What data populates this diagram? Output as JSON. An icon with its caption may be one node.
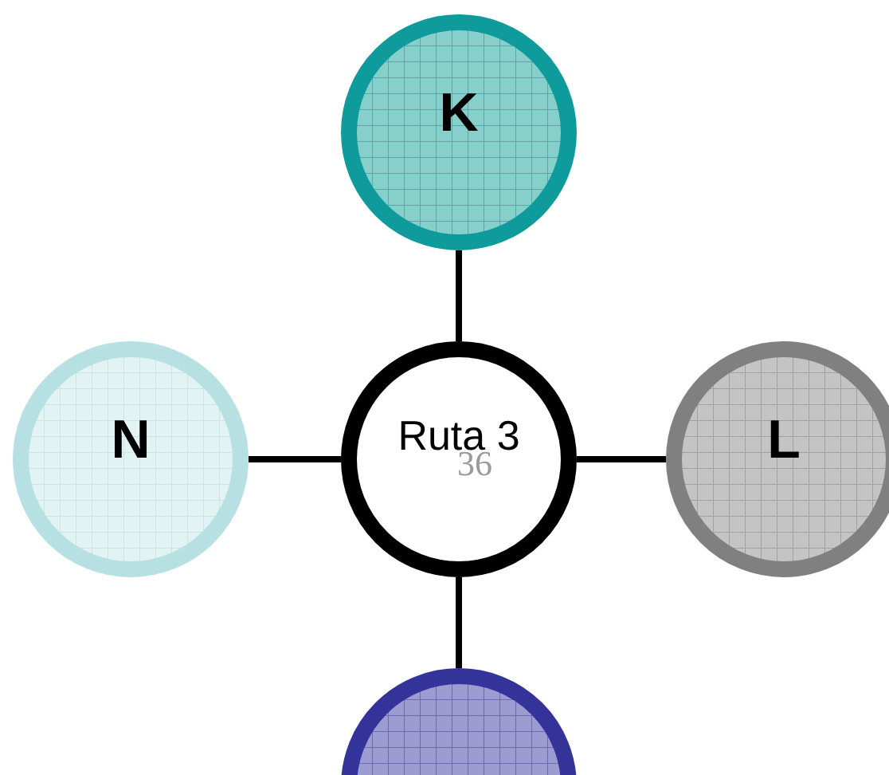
{
  "diagram": {
    "nodes": [
      {
        "text": [
          "K"
        ]
      },
      {
        "text": [
          "N"
        ]
      },
      {
        "text": [
          "Ruta 3",
          "36"
        ]
      },
      {
        "text": [
          "L"
        ]
      },
      {
        "text": [],
        "shape": "circle"
      }
    ],
    "edges": [
      {
        "from": 2,
        "to": 0,
        "arrow": "none"
      },
      {
        "from": 2,
        "to": 1,
        "arrow": "none"
      },
      {
        "from": 2,
        "to": 3,
        "arrow": "none"
      },
      {
        "from": 2,
        "to": 4,
        "arrow": "none"
      }
    ]
  }
}
